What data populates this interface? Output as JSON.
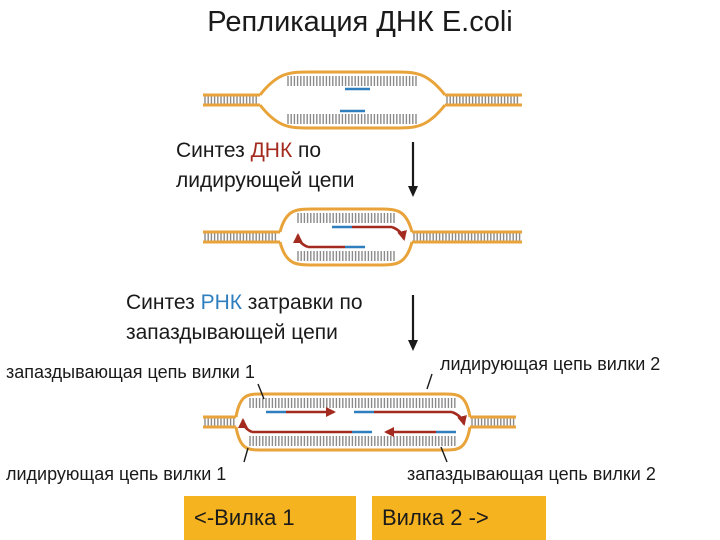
{
  "title": "Репликация ДНК E.coli",
  "step1": {
    "line1_prefix": "Синтез ",
    "line1_highlight": "ДНК",
    "line1_suffix": " по",
    "line2": "лидирующей цепи"
  },
  "step2": {
    "line1_prefix": "Синтез ",
    "line1_highlight": "РНК",
    "line1_suffix": " затравки по",
    "line2": "запаздывающей цепи"
  },
  "labels": {
    "lagging_fork1": "запаздывающая цепь вилки 1",
    "leading_fork2": "лидирующая цепь вилки 2",
    "leading_fork1": "лидирующая цепь вилки 1",
    "lagging_fork2": "запаздывающая цепь вилки 2"
  },
  "buttons": {
    "fork1": "<-Вилка 1",
    "fork2": "Вилка 2 ->"
  },
  "colors": {
    "backbone": "#e8a33a",
    "rung": "#8a8a8a",
    "leading": "#a32a1e",
    "primer": "#2f7fbf",
    "box": "#f5b320"
  }
}
